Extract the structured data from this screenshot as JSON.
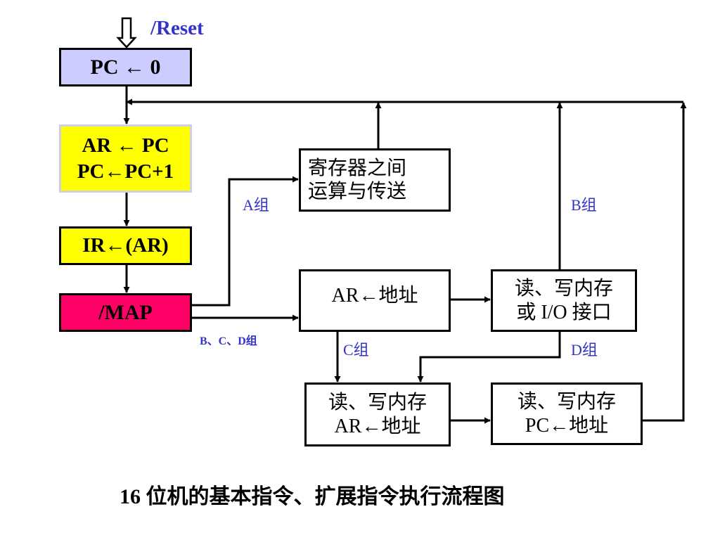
{
  "title": "16 位机的基本指令、扩展指令执行流程图",
  "reset_label": "/Reset",
  "boxes": {
    "pc_reset": "PC ← 0",
    "ar_pc_1": "AR ← PC",
    "ar_pc_2": "PC←PC+1",
    "ir": "IR←(AR)",
    "map": "/MAP",
    "reg_op_1": "寄存器之间",
    "reg_op_2": "运算与传送",
    "ar_addr": "AR←地址",
    "rw_io_1": "读、写内存",
    "rw_io_2": "或 I/O 接口",
    "rw_ar_1": "读、写内存",
    "rw_ar_2": "AR←地址",
    "rw_pc_1": "读、写内存",
    "rw_pc_2": "PC←地址"
  },
  "groups": {
    "a": "A组",
    "b": "B组",
    "c": "C组",
    "d": "D组",
    "bcd": "B、C、D组"
  },
  "colors": {
    "pc_reset_fill": "#ccccff",
    "yellow_fill": "#ffff00",
    "map_fill": "#ff0066",
    "label_blue": "#3333cc"
  }
}
